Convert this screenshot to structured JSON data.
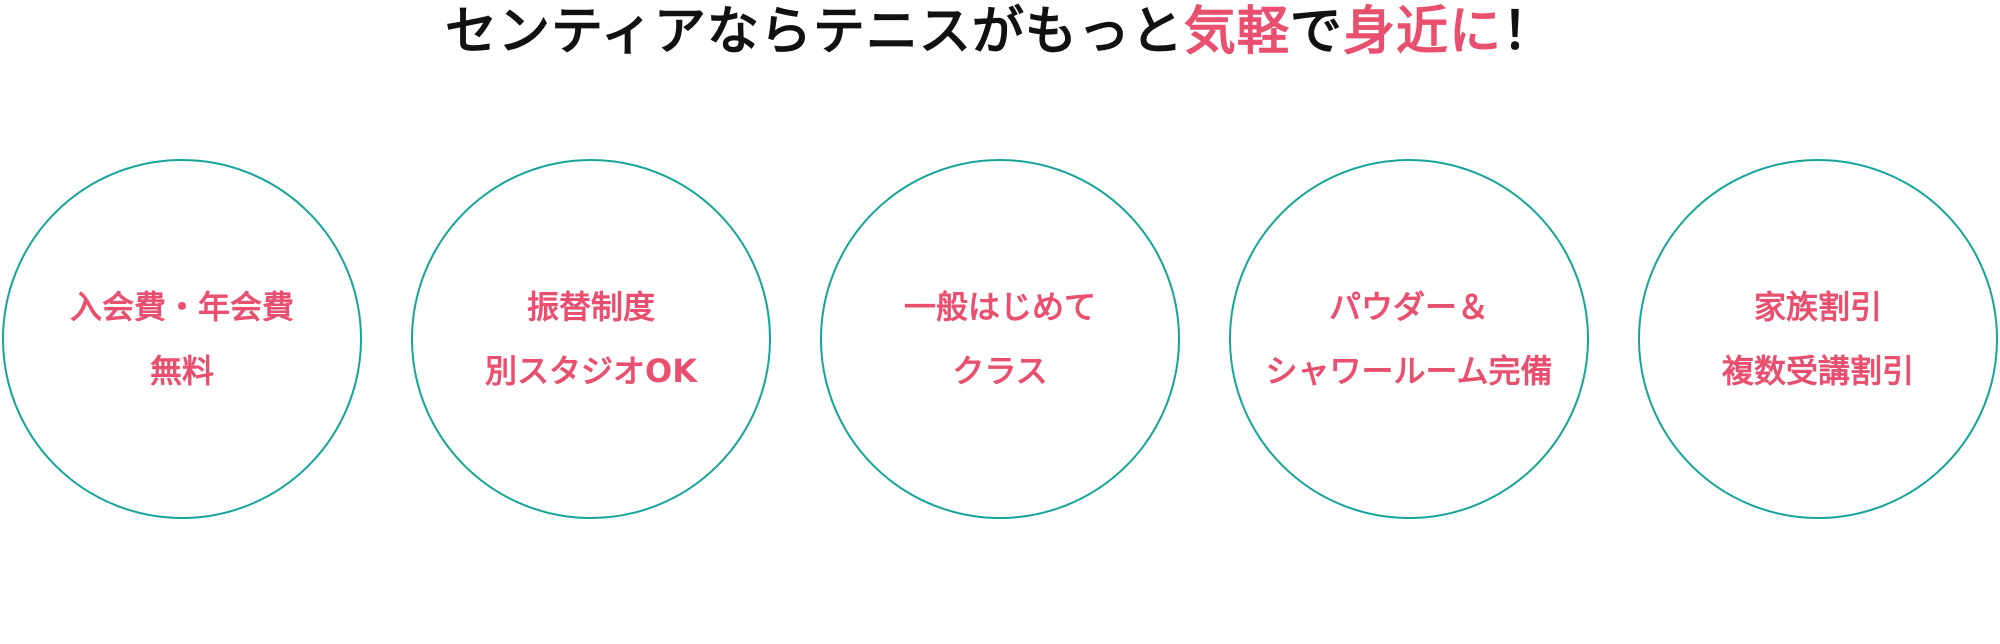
{
  "headline": {
    "part1": "センティアならテニスがもっと",
    "highlight1": "気軽",
    "part2": "で",
    "highlight2": "身近に",
    "part3": "！"
  },
  "colors": {
    "accent": "#e9506f",
    "circle_border": "#16a598",
    "text": "#111111"
  },
  "features": [
    {
      "line1": "入会費・年会費",
      "line2": "無料"
    },
    {
      "line1": "振替制度",
      "line2": "別スタジオOK"
    },
    {
      "line1": "一般はじめて",
      "line2": "クラス"
    },
    {
      "line1": "パウダー＆",
      "line2": "シャワールーム完備"
    },
    {
      "line1": "家族割引",
      "line2": "複数受講割引"
    }
  ]
}
